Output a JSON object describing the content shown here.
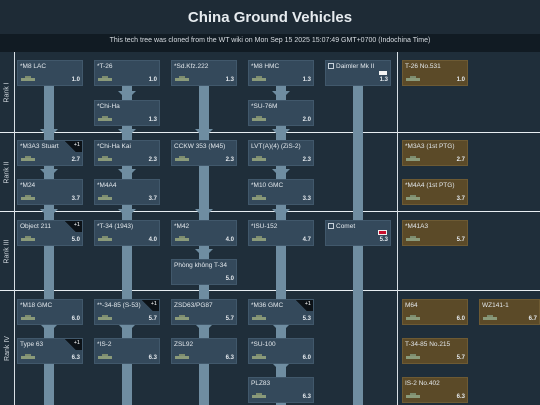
{
  "page": {
    "title": "China Ground Vehicles",
    "subtitle": "This tech tree was cloned from the WT wiki on Mon Sep 15 2025 15:07:49 GMT+0700 (Indochina Time)"
  },
  "ranks": [
    {
      "label": "Rank I"
    },
    {
      "label": "Rank II"
    },
    {
      "label": "Rank III"
    },
    {
      "label": "Rank IV"
    }
  ],
  "colors": {
    "researchable_card": "#34495b",
    "premium_card": "#5b4a28",
    "connector": "#6f8da1",
    "background": "#1f2e3a"
  },
  "cards": {
    "m8_lac": {
      "name": "*M8 LAC",
      "br": "1.0"
    },
    "t26": {
      "name": "*T-26",
      "br": "1.0"
    },
    "chi_ha": {
      "name": "*Chi-Ha",
      "br": "1.3"
    },
    "sdkfz222": {
      "name": "*Sd.Kfz.222",
      "br": "1.3"
    },
    "m8_hmc": {
      "name": "*M8 HMC",
      "br": "1.3"
    },
    "su76m": {
      "name": "*SU-76M",
      "br": "2.0"
    },
    "daimler": {
      "name": "Daimler Mk II",
      "br": "1.3"
    },
    "t26_531": {
      "name": "T-26 No.531",
      "br": "1.0"
    },
    "m3a3_stuart": {
      "name": "*M3A3 Stuart",
      "br": "2.7",
      "badge": "+1"
    },
    "chi_ha_kai": {
      "name": "*Chi-Ha Kai",
      "br": "2.3"
    },
    "cckw": {
      "name": "CCKW 353 (M45)",
      "br": "2.3"
    },
    "lvt": {
      "name": "LVT(A)(4) (ZiS-2)",
      "br": "2.3"
    },
    "m10": {
      "name": "*M10 GMC",
      "br": "3.3"
    },
    "m3a3_ptg": {
      "name": "*M3A3 (1st PTG)",
      "br": "2.7"
    },
    "m24": {
      "name": "*M24",
      "br": "3.7"
    },
    "m4a4": {
      "name": "*M4A4",
      "br": "3.7"
    },
    "m4a4_ptg": {
      "name": "*M4A4 (1st PTG)",
      "br": "3.7"
    },
    "object211": {
      "name": "Object 211",
      "br": "5.0",
      "badge": "+1"
    },
    "t34_1943": {
      "name": "*T-34 (1943)",
      "br": "4.0"
    },
    "m42": {
      "name": "*M42",
      "br": "4.0"
    },
    "isu152": {
      "name": "*ISU-152",
      "br": "4.7"
    },
    "comet": {
      "name": "Comet",
      "br": "5.3"
    },
    "m41a3": {
      "name": "*M41A3",
      "br": "5.7"
    },
    "phong_khong": {
      "name": "Phòng không T-34",
      "br": "5.0"
    },
    "m18": {
      "name": "*M18 GMC",
      "br": "6.0"
    },
    "t34_85": {
      "name": "**-34-85 (S-53)",
      "br": "5.7",
      "badge": "+1"
    },
    "zsd63": {
      "name": "ZSD63/PG87",
      "br": "5.7"
    },
    "m36": {
      "name": "*M36 GMC",
      "br": "5.3",
      "badge": "+1"
    },
    "m64": {
      "name": "M64",
      "br": "6.0"
    },
    "wz141": {
      "name": "WZ141-1",
      "br": "6.7"
    },
    "type63": {
      "name": "Type 63",
      "br": "6.3",
      "badge": "+1"
    },
    "is2": {
      "name": "*IS-2",
      "br": "6.3"
    },
    "zsl92": {
      "name": "ZSL92",
      "br": "6.3"
    },
    "su100": {
      "name": "*SU-100",
      "br": "6.0"
    },
    "t34_85_215": {
      "name": "T-34-85 No.215",
      "br": "5.7"
    },
    "plz83": {
      "name": "PLZ83",
      "br": "6.3"
    },
    "is2_402": {
      "name": "IS-2 No.402",
      "br": "6.3"
    }
  }
}
